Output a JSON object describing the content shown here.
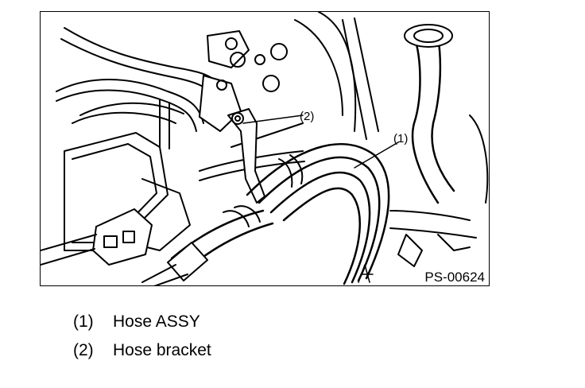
{
  "figure": {
    "code": "PS-00624",
    "callouts": [
      {
        "id": "1",
        "label": "(1)"
      },
      {
        "id": "2",
        "label": "(2)"
      }
    ]
  },
  "legend": [
    {
      "number": "(1)",
      "text": "Hose ASSY"
    },
    {
      "number": "(2)",
      "text": "Hose bracket"
    }
  ],
  "colors": {
    "ink": "#000000",
    "paper": "#ffffff"
  }
}
